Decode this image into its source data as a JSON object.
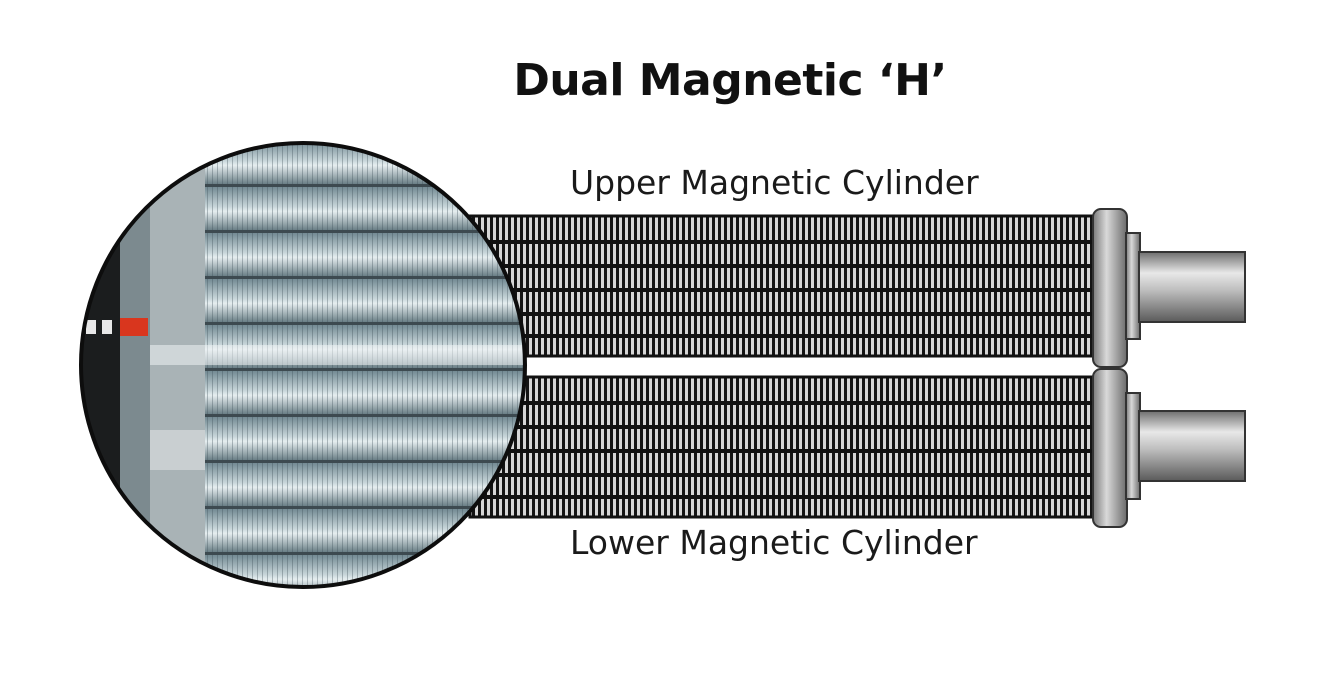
{
  "title": "Dual Magnetic ‘H’",
  "labels": {
    "upper": "Upper Magnetic Cylinder",
    "lower": "Lower Magnetic Cylinder"
  },
  "colors": {
    "cylinder_dark": "#1a1a1a",
    "cylinder_light": "#cfcfcf",
    "shaft_mid": "#9a9a9a",
    "photo_steel": "#8ea3ab"
  }
}
